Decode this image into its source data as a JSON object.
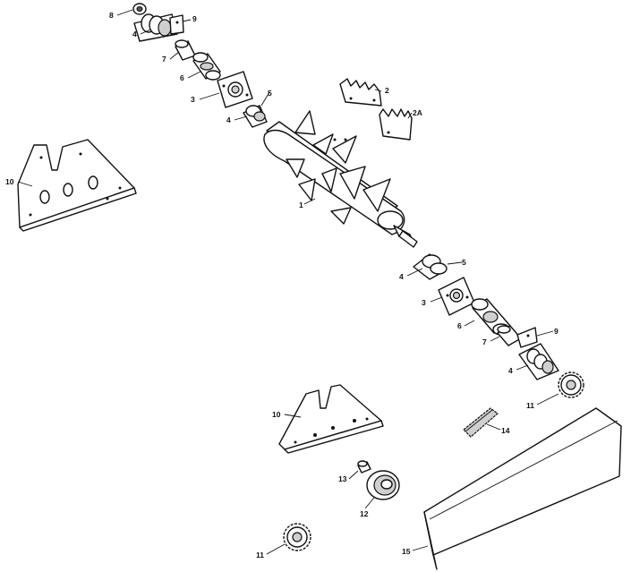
{
  "callouts": {
    "c1": "1",
    "c2": "2",
    "c2a": "2A",
    "c3a": "3",
    "c3b": "3",
    "c4a": "4",
    "c4b": "4",
    "c4c": "4",
    "c4d": "4",
    "c5a": "5",
    "c5b": "5",
    "c6a": "6",
    "c6b": "6",
    "c7a": "7",
    "c7b": "7",
    "c8": "8",
    "c9a": "9",
    "c9b": "9",
    "c10a": "10",
    "c10b": "10",
    "c11a": "11",
    "c11b": "11",
    "c12": "12",
    "c13": "13",
    "c14": "14",
    "c15": "15"
  }
}
